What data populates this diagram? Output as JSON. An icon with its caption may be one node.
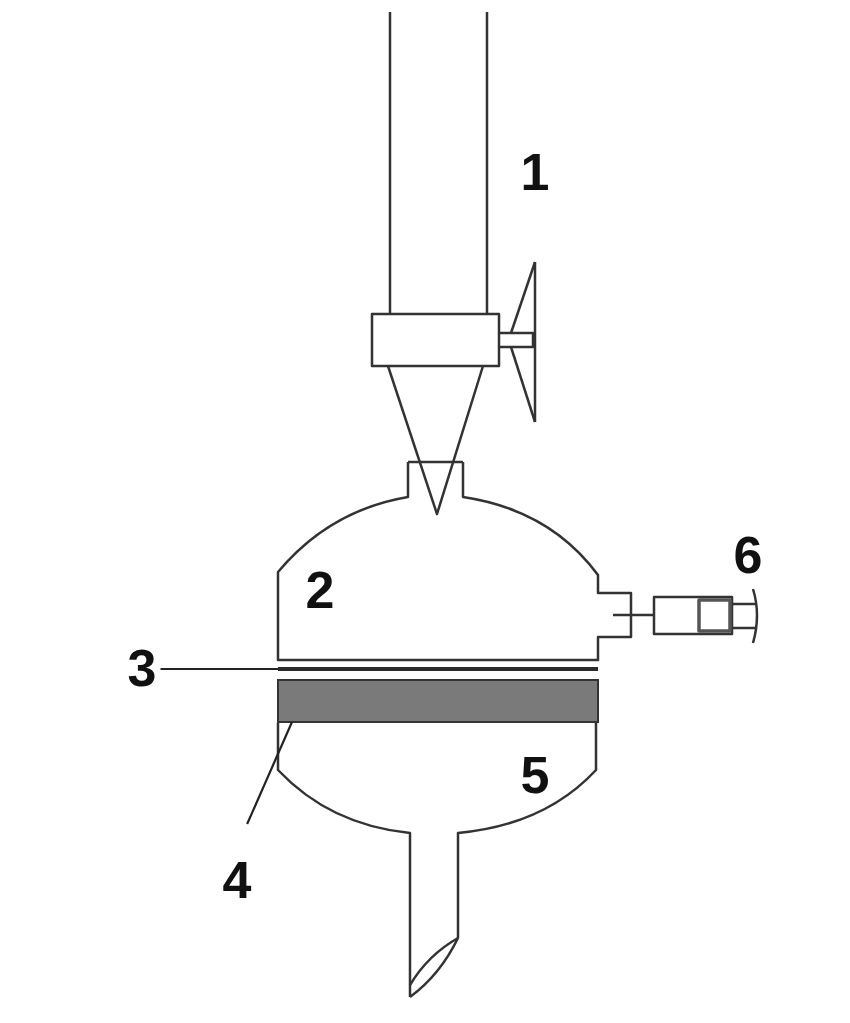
{
  "diagram": {
    "nodes": [
      {
        "text": [
          "3"
        ]
      },
      {
        "text": [],
        "shape": "bar"
      },
      {
        "text": [
          "4"
        ]
      },
      {
        "text": [],
        "shape": "bar"
      }
    ],
    "edges": [
      {
        "from": 0,
        "to": 1,
        "arrow": "none"
      },
      {
        "from": 2,
        "to": 3,
        "arrow": "none"
      }
    ],
    "labels": [
      "1",
      "2",
      "6",
      "5"
    ]
  }
}
